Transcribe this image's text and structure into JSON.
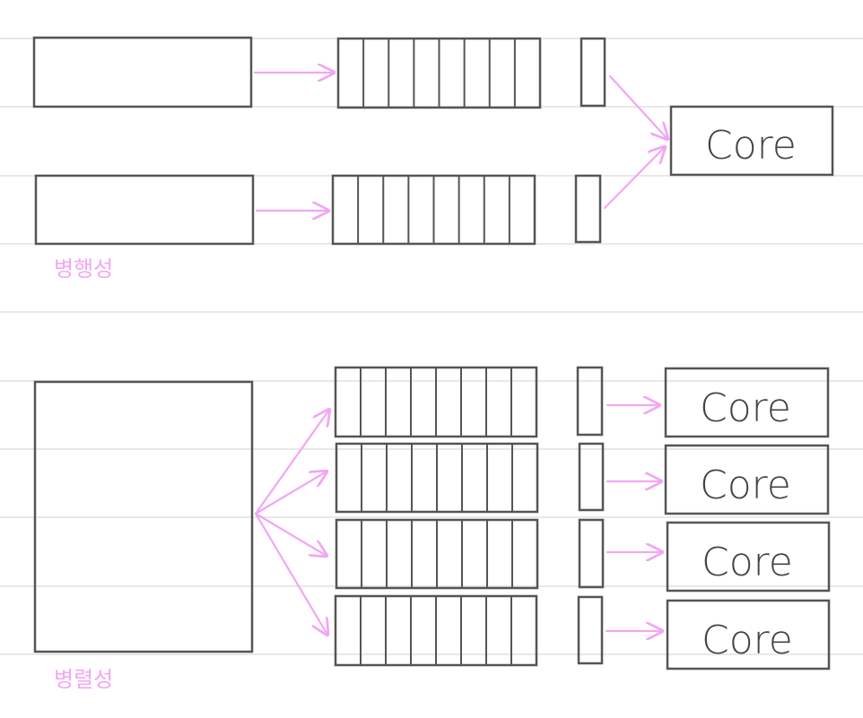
{
  "colors": {
    "background": "#ffffff",
    "box_stroke": "#555555",
    "arrow": "#f3a6f3",
    "ruled_line": "#e0e0e0",
    "label": "#f3a6f3"
  },
  "labels": {
    "concurrency": "병행성",
    "parallelism": "병렬성"
  },
  "core_label": "Core",
  "queue_cell_count": 8
}
